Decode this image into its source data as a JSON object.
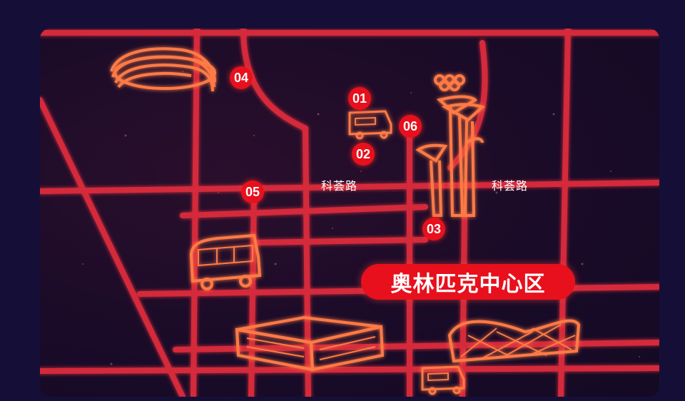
{
  "map": {
    "road_color": "#d42a3a",
    "landmark_color": "#ff7a45",
    "background_color": "#1a0b28",
    "street_labels": [
      "科荟路",
      "科荟路"
    ],
    "zone_label": "奥林匹克中心区",
    "markers": [
      "01",
      "02",
      "03",
      "04",
      "05",
      "06"
    ],
    "icons": [
      "birds-nest-stadium-icon",
      "water-cube-icon",
      "stadium-icon",
      "olympic-tower-icon",
      "bus-icon",
      "rv-camper-icon",
      "rv-camper-icon"
    ]
  }
}
